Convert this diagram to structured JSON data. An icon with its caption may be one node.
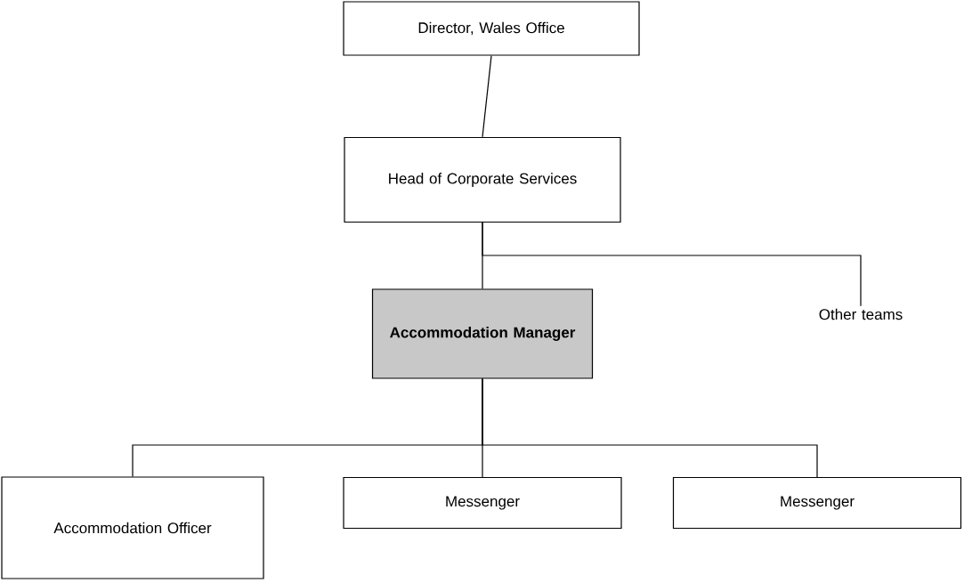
{
  "diagram": {
    "nodes": [
      {
        "text": [
          "Director, Wales Office"
        ]
      },
      {
        "text": [
          "Head of Corporate Services"
        ]
      },
      {
        "text": [
          "Accommodation Manager"
        ]
      },
      {
        "text": [
          "Other teams"
        ]
      },
      {
        "text": [
          "Accommodation Officer"
        ]
      },
      {
        "text": [
          "Messenger"
        ]
      },
      {
        "text": [
          "Messenger"
        ]
      }
    ],
    "edges": [
      {
        "from": 0,
        "to": 1,
        "arrow": "none"
      },
      {
        "from": 1,
        "to": 2,
        "arrow": "none"
      },
      {
        "from": 1,
        "to": 3,
        "arrow": "none"
      },
      {
        "from": 2,
        "to": 4,
        "arrow": "none"
      },
      {
        "from": 2,
        "to": 5,
        "arrow": "none"
      },
      {
        "from": 2,
        "to": 6,
        "arrow": "none"
      }
    ]
  }
}
